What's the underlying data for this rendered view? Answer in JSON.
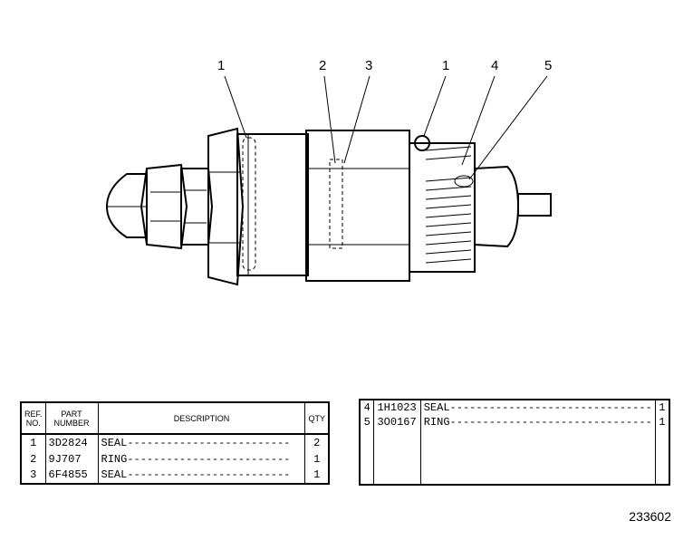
{
  "callouts": [
    {
      "id": "c1a",
      "label": "1"
    },
    {
      "id": "c2",
      "label": "2"
    },
    {
      "id": "c3",
      "label": "3"
    },
    {
      "id": "c1b",
      "label": "1"
    },
    {
      "id": "c4",
      "label": "4"
    },
    {
      "id": "c5",
      "label": "5"
    }
  ],
  "table_left": {
    "headers": {
      "ref": "REF. NO.",
      "part": "PART NUMBER",
      "desc": "DESCRIPTION",
      "qty": "QTY"
    },
    "rows": [
      {
        "ref": "1",
        "part": "3D2824",
        "desc": "SEAL-------------------------",
        "qty": "2"
      },
      {
        "ref": "2",
        "part": "9J707",
        "desc": "RING-------------------------",
        "qty": "1"
      },
      {
        "ref": "3",
        "part": "6F4855",
        "desc": "SEAL-------------------------",
        "qty": "1"
      }
    ]
  },
  "table_right": {
    "rows": [
      {
        "ref": "4",
        "part": "1H1023",
        "desc": "SEAL-------------------------------",
        "qty": "1"
      },
      {
        "ref": "5",
        "part": "3O0167",
        "desc": "RING-------------------------------",
        "qty": "1"
      }
    ]
  },
  "figure_number": "233602"
}
